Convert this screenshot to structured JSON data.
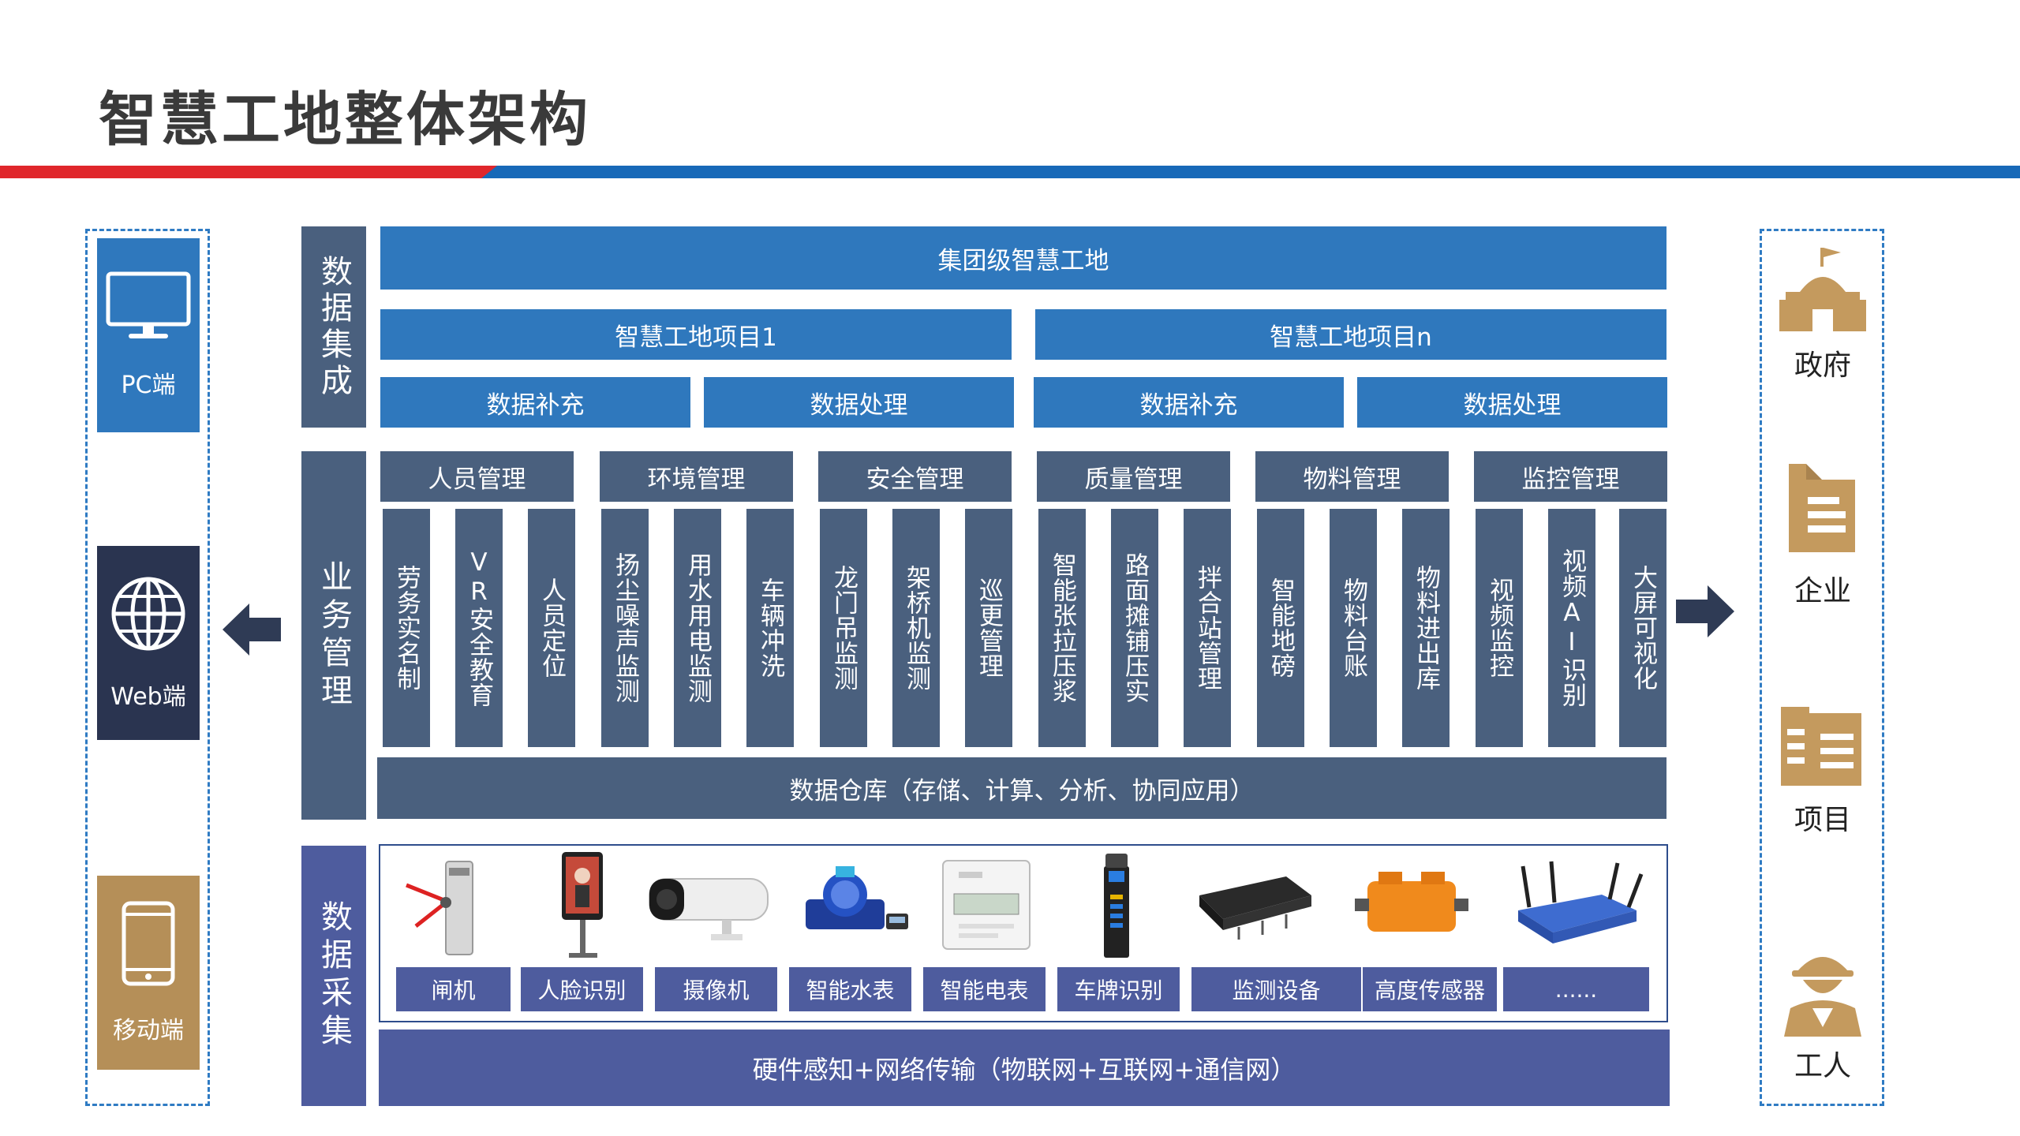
{
  "page": {
    "title": "智慧工地整体架构"
  },
  "clients": [
    {
      "label": "PC端",
      "icon": "monitor-icon",
      "color": "#2f78bd"
    },
    {
      "label": "Web端",
      "icon": "globe-icon",
      "color": "#2a3450"
    },
    {
      "label": "移动端",
      "icon": "smartphone-icon",
      "color": "#b58f58"
    }
  ],
  "integration": {
    "category": "数据集成",
    "group": "集团级智慧工地",
    "projects": [
      {
        "label": "智慧工地项目1",
        "subs": [
          "数据补充",
          "数据处理"
        ]
      },
      {
        "label": "智慧工地项目n",
        "subs": [
          "数据补充",
          "数据处理"
        ]
      }
    ]
  },
  "business": {
    "category": "业务管理",
    "modules": [
      {
        "label": "人员管理",
        "items": [
          "劳务实名制",
          "VR安全教育",
          "人员定位"
        ]
      },
      {
        "label": "环境管理",
        "items": [
          "扬尘噪声监测",
          "用水用电监测",
          "车辆冲洗"
        ]
      },
      {
        "label": "安全管理",
        "items": [
          "龙门吊监测",
          "架桥机监测",
          "巡更管理"
        ]
      },
      {
        "label": "质量管理",
        "items": [
          "智能张拉压浆",
          "路面摊铺压实",
          "拌合站管理"
        ]
      },
      {
        "label": "物料管理",
        "items": [
          "智能地磅",
          "物料台账",
          "物料进出库"
        ]
      },
      {
        "label": "监控管理",
        "items": [
          "视频监控",
          "视频AI识别",
          "大屏可视化"
        ]
      }
    ],
    "warehouse": "数据仓库（存储、计算、分析、协同应用）"
  },
  "collection": {
    "category": "数据采集",
    "devices": [
      "闸机",
      "人脸识别",
      "摄像机",
      "智能水表",
      "智能电表",
      "车牌识别",
      "监测设备",
      "高度传感器",
      "......"
    ],
    "network": "硬件感知+网络传输（物联网+互联网+通信网）"
  },
  "stakeholders": [
    {
      "label": "政府",
      "icon": "government-building-icon"
    },
    {
      "label": "企业",
      "icon": "enterprise-document-icon"
    },
    {
      "label": "项目",
      "icon": "project-folder-icon"
    },
    {
      "label": "工人",
      "icon": "worker-icon"
    }
  ],
  "colors": {
    "accent_blue": "#2f78bd",
    "slate": "#4a607e",
    "indigo": "#4e5c9e",
    "gold": "#c49a5e",
    "navy": "#2a3450",
    "red": "#e0262b"
  }
}
